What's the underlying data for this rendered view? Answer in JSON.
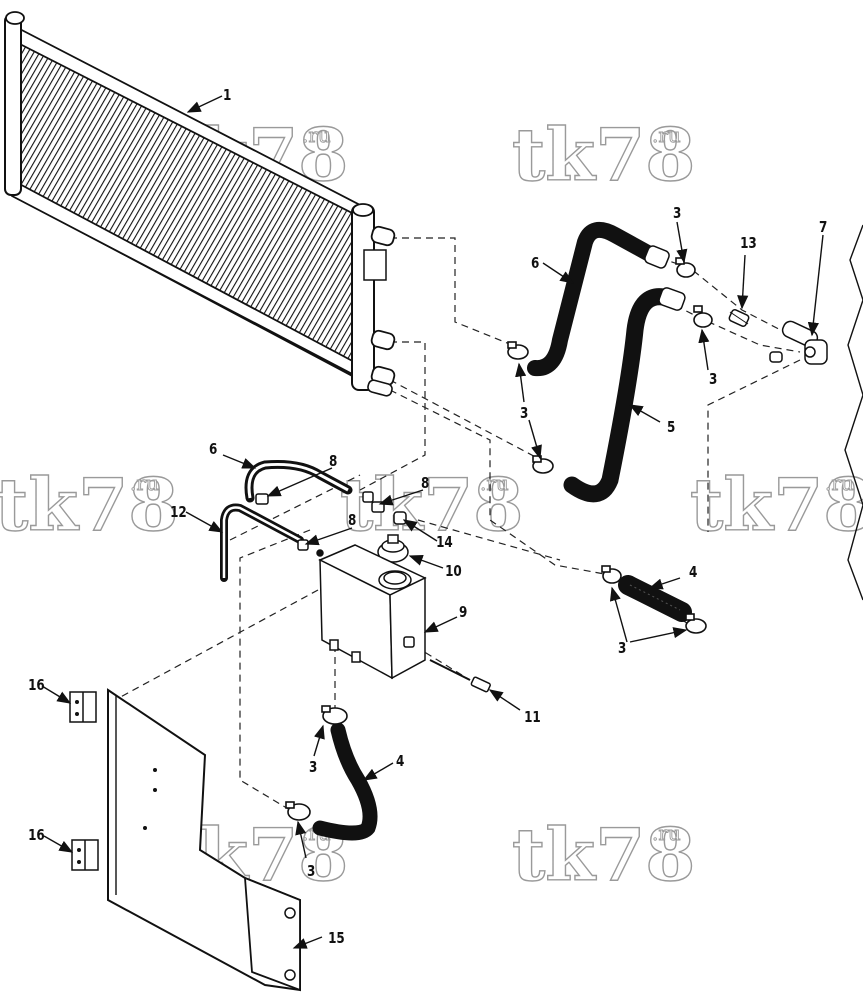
{
  "watermark": {
    "main": "tk78",
    "sub": ".ru"
  },
  "callouts": {
    "radiator": "1",
    "clamp": "3",
    "hose_straight": "4",
    "hose_long": "5",
    "hose_formed": "6",
    "elbow_fitting": "7",
    "small_fitting": "8",
    "reservoir_tank": "9",
    "filler_cap": "10",
    "level_sensor": "11",
    "overflow_pipe": "12",
    "bleed_valve": "13",
    "nipple": "14",
    "shroud_panel": "15",
    "hinge_bracket": "16"
  }
}
